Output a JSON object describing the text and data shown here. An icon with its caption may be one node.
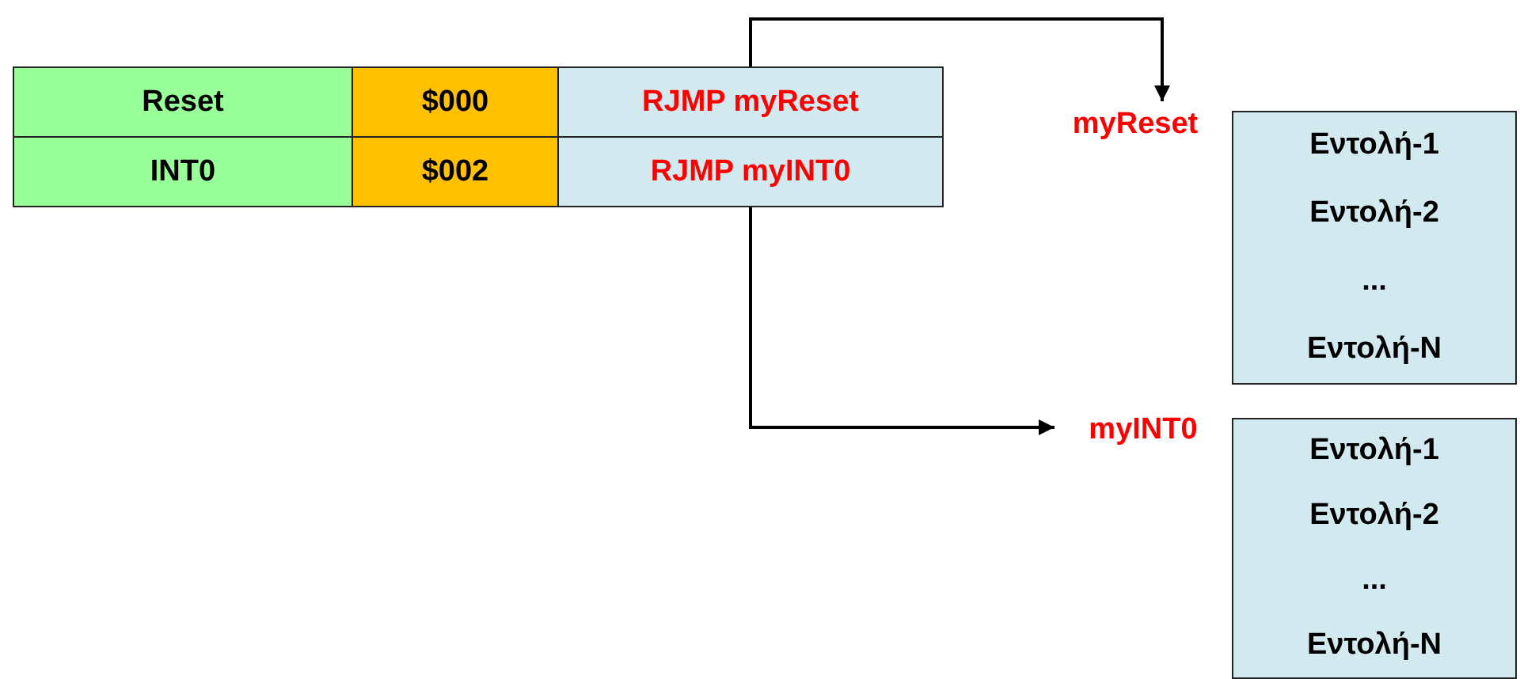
{
  "diagram": {
    "nodes": [
      {
        "text": [
          "Reset"
        ]
      },
      {
        "text": [
          "$000"
        ]
      },
      {
        "text": [
          "RJMP myReset"
        ]
      },
      {
        "text": [
          "INT0"
        ]
      },
      {
        "text": [
          "$002"
        ]
      },
      {
        "text": [
          "RJMP myINT0"
        ]
      },
      {
        "text": [
          "myReset"
        ]
      },
      {
        "text": [
          "Εντολή-1",
          "Εντολή-2",
          "...",
          "Εντολή-N"
        ]
      },
      {
        "text": [
          "myINT0"
        ]
      },
      {
        "text": [
          "Εντολή-1",
          "Εντολή-2",
          "...",
          "Εντολή-N"
        ]
      }
    ],
    "edges": [
      {
        "from": 2,
        "to": 6,
        "arrow": "to"
      },
      {
        "from": 5,
        "to": 8,
        "arrow": "to"
      }
    ]
  }
}
